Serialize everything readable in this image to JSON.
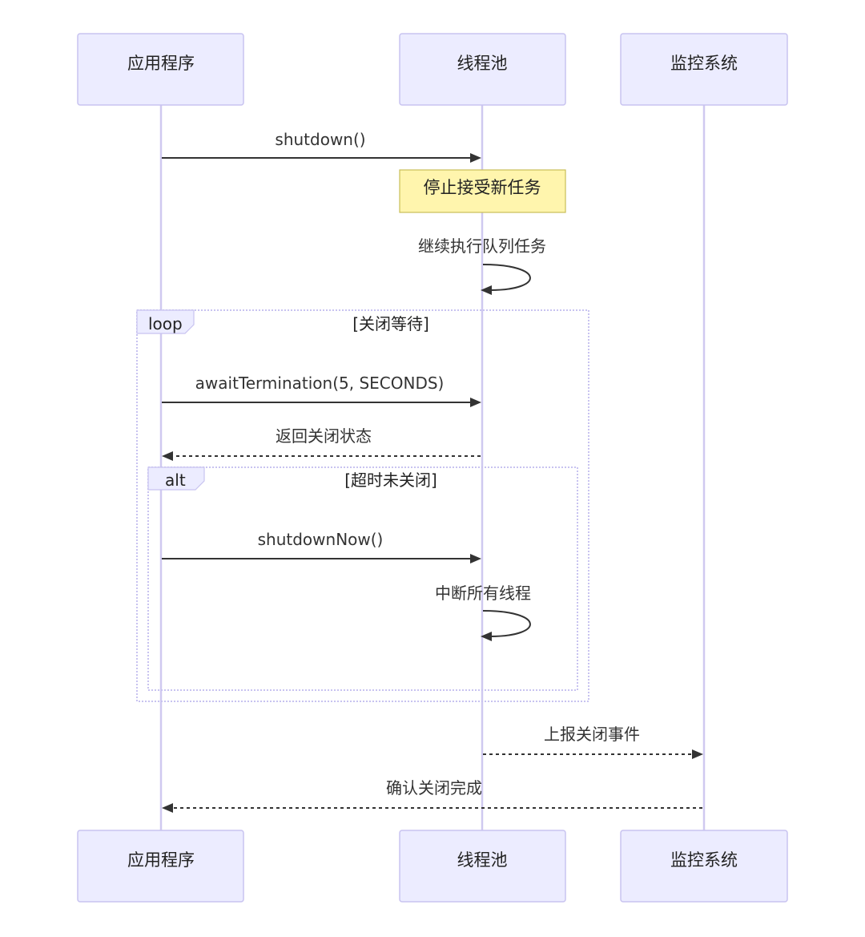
{
  "participants": [
    {
      "id": "app",
      "name": "应用程序"
    },
    {
      "id": "pool",
      "name": "线程池"
    },
    {
      "id": "monitor",
      "name": "监控系统"
    }
  ],
  "messages": [
    {
      "id": "m1",
      "text": "shutdown()",
      "style": "solid"
    },
    {
      "id": "m2",
      "text": "继续执行队列任务",
      "style": "solid"
    },
    {
      "id": "m3",
      "text": "awaitTermination(5, SECONDS)",
      "style": "solid"
    },
    {
      "id": "m4",
      "text": "返回关闭状态",
      "style": "dashed"
    },
    {
      "id": "m5",
      "text": "shutdownNow()",
      "style": "solid"
    },
    {
      "id": "m6",
      "text": "中断所有线程",
      "style": "solid"
    },
    {
      "id": "m7",
      "text": "上报关闭事件",
      "style": "dashed"
    },
    {
      "id": "m8",
      "text": "确认关闭完成",
      "style": "dashed"
    }
  ],
  "note": {
    "text": "停止接受新任务"
  },
  "frames": {
    "loop": {
      "keyword": "loop",
      "condition": "[关闭等待]"
    },
    "alt": {
      "keyword": "alt",
      "condition": "[超时未关闭]"
    }
  },
  "colors": {
    "actor_fill": "#ececff",
    "actor_border": "#c8c3f0",
    "lifeline": "#cfc9f0",
    "note_fill": "#fff5ad",
    "note_border": "#c9bd58",
    "arrow": "#333333"
  }
}
